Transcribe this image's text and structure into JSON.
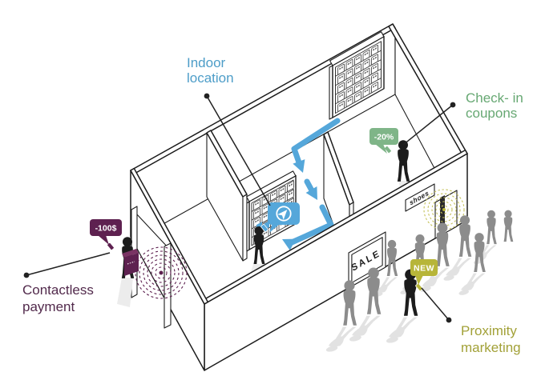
{
  "figure": {
    "description": "Isometric store diagram showing in-store mobile services"
  },
  "labels": {
    "indoor_location": {
      "line1": "Indoor",
      "line2": "location",
      "color": "#4D9DC8"
    },
    "check_in_coupons": {
      "line1": "Check- in",
      "line2": "coupons",
      "color": "#67A873"
    },
    "contactless_payment": {
      "line1": "Contactless",
      "line2": "payment",
      "color": "#522A4C"
    },
    "proximity_marketing": {
      "line1": "Proximity",
      "line2": "marketing",
      "color": "#A2A138"
    }
  },
  "badges": {
    "cash_discount": {
      "text": "-100$",
      "color": "#5E2150"
    },
    "percent_discount": {
      "text": "-20%",
      "color": "#7FB588"
    },
    "new_offer": {
      "text": "NEW",
      "color": "#B7B539"
    }
  },
  "signs": {
    "sale": "SALE",
    "shoes": "shoes"
  },
  "icons": {
    "navigation": "navigation-arrow-icon",
    "radio_waves_purple": "radio-waves-icon",
    "radio_waves_olive": "radio-waves-icon"
  },
  "colors": {
    "route_blue": "#55A7DA",
    "ink": "#1C1C1C",
    "person_gray": "#8C8C8C",
    "shadow_gray": "#E2E2E2",
    "wave_purple": "#5E2150",
    "wave_olive": "#C5C25B"
  }
}
